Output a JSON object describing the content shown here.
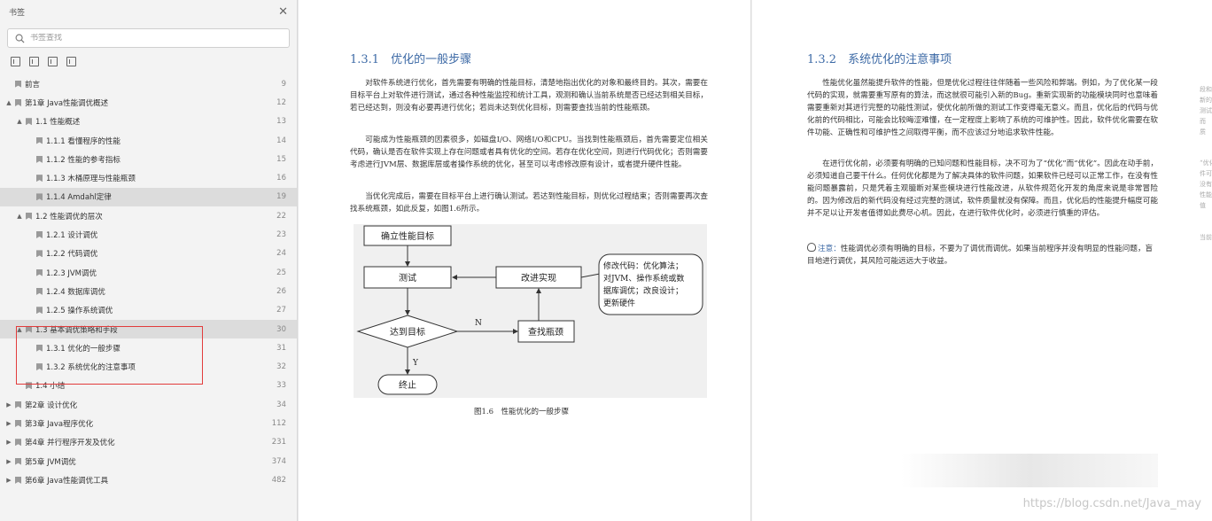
{
  "sidebar": {
    "title": "书签",
    "search_placeholder": "书签查找",
    "items": [
      {
        "label": "前言",
        "page": "9",
        "level": 0,
        "arrow": ""
      },
      {
        "label": "第1章 Java性能调优概述",
        "page": "12",
        "level": 0,
        "arrow": "▲"
      },
      {
        "label": "1.1 性能概述",
        "page": "13",
        "level": 1,
        "arrow": "▲"
      },
      {
        "label": "1.1.1 看懂程序的性能",
        "page": "14",
        "level": 2,
        "arrow": ""
      },
      {
        "label": "1.1.2 性能的参考指标",
        "page": "15",
        "level": 2,
        "arrow": ""
      },
      {
        "label": "1.1.3 木桶原理与性能瓶颈",
        "page": "16",
        "level": 2,
        "arrow": ""
      },
      {
        "label": "1.1.4 Amdahl定律",
        "page": "19",
        "level": 2,
        "arrow": "",
        "selected": true
      },
      {
        "label": "1.2 性能调优的层次",
        "page": "22",
        "level": 1,
        "arrow": "▲"
      },
      {
        "label": "1.2.1 设计调优",
        "page": "23",
        "level": 2,
        "arrow": ""
      },
      {
        "label": "1.2.2 代码调优",
        "page": "24",
        "level": 2,
        "arrow": ""
      },
      {
        "label": "1.2.3 JVM调优",
        "page": "25",
        "level": 2,
        "arrow": ""
      },
      {
        "label": "1.2.4 数据库调优",
        "page": "26",
        "level": 2,
        "arrow": ""
      },
      {
        "label": "1.2.5 操作系统调优",
        "page": "27",
        "level": 2,
        "arrow": ""
      },
      {
        "label": "1.3 基本调优策略和手段",
        "page": "30",
        "level": 1,
        "arrow": "▲",
        "selected": true
      },
      {
        "label": "1.3.1 优化的一般步骤",
        "page": "31",
        "level": 2,
        "arrow": ""
      },
      {
        "label": "1.3.2 系统优化的注意事项",
        "page": "32",
        "level": 2,
        "arrow": ""
      },
      {
        "label": "1.4 小结",
        "page": "33",
        "level": 1,
        "arrow": ""
      },
      {
        "label": "第2章 设计优化",
        "page": "34",
        "level": 0,
        "arrow": "▶"
      },
      {
        "label": "第3章 Java程序优化",
        "page": "112",
        "level": 0,
        "arrow": "▶"
      },
      {
        "label": "第4章 并行程序开发及优化",
        "page": "231",
        "level": 0,
        "arrow": "▶"
      },
      {
        "label": "第5章 JVM调优",
        "page": "374",
        "level": 0,
        "arrow": "▶"
      },
      {
        "label": "第6章 Java性能调优工具",
        "page": "482",
        "level": 0,
        "arrow": "▶"
      }
    ]
  },
  "left_page": {
    "heading": "1.3.1　优化的一般步骤",
    "p1": "对软件系统进行优化，首先需要有明确的性能目标，清楚地指出优化的对象和最终目的。其次，需要在目标平台上对软件进行测试，通过各种性能监控和统计工具，观测和确认当前系统是否已经达到相关目标，若已经达到，则没有必要再进行优化；若尚未达到优化目标，则需要查找当前的性能瓶颈。",
    "p2": "可能成为性能瓶颈的因素很多，如磁盘I/O、网络I/O和CPU。当找到性能瓶颈后，首先需要定位相关代码，确认是否在软件实现上存在问题或者具有优化的空间。若存在优化空间，则进行代码优化；否则需要考虑进行JVM层、数据库层或者操作系统的优化，甚至可以考虑修改原有设计，或者提升硬件性能。",
    "p3": "当优化完成后，需要在目标平台上进行确认测试。若达到性能目标，则优化过程结束；否则需要再次查找系统瓶颈，如此反复，如图1.6所示。",
    "diagram": {
      "box_goal": "确立性能目标",
      "box_test": "测试",
      "box_improve": "改进实现",
      "diamond": "达到目标",
      "box_find": "查找瓶颈",
      "end": "终止",
      "label_n": "N",
      "label_y": "Y",
      "callout_lines": [
        "修改代码：优化算法；",
        "对JVM、操作系统或数",
        "据库调优；改良设计；",
        "更新硬件"
      ]
    },
    "caption": "图1.6　性能优化的一般步骤"
  },
  "right_page": {
    "heading": "1.3.2　系统优化的注意事项",
    "p1": "性能优化虽然能提升软件的性能，但是优化过程往往伴随着一些风险和弊端。例如，为了优化某一段代码的实现，就需要重写原有的算法，而这就很可能引入新的Bug。重新实现新的功能模块同时也意味着需要重新对其进行完整的功能性测试，使优化前所做的测试工作变得毫无意义。而且，优化后的代码与优化前的代码相比，可能会比较晦涩难懂，在一定程度上影响了系统的可维护性。因此，软件优化需要在软件功能、正确性和可维护性之间取得平衡，而不应该过分地追求软件性能。",
    "p2": "在进行优化前，必须要有明确的已知问题和性能目标，决不可为了“优化”而“优化”。因此在动手前，必须知道自己要干什么。任何优化都是为了解决具体的软件问题，如果软件已经可以正常工作，在没有性能问题暴露前，只是凭着主观臆断对某些模块进行性能改进，从软件规范化开发的角度来说是非常冒险的。因为修改后的新代码没有经过完整的测试，软件质量就没有保障。而且，优化后的性能提升幅度可能并不足以让开发者值得如此费尽心机。因此，在进行软件优化时，必须进行慎重的评估。",
    "note_label": "注意：",
    "note_text": "性能调优必须有明确的目标，不要为了调优而调优。如果当前程序并没有明显的性能问题，盲目地进行调优，其风险可能远远大于收益。",
    "edge_lines_1": [
      "段和",
      "新的",
      "测试",
      "而",
      "质"
    ],
    "edge_lines_2": [
      "“优化",
      "件可",
      "没有",
      "性能",
      "值"
    ],
    "edge_lines_3": [
      "当前"
    ]
  },
  "watermark": "https://blog.csdn.net/Java_may",
  "colors": {
    "heading": "#3d6aa6",
    "highlight": "#e23c3c",
    "sidebar_bg": "#f3f3f3"
  }
}
